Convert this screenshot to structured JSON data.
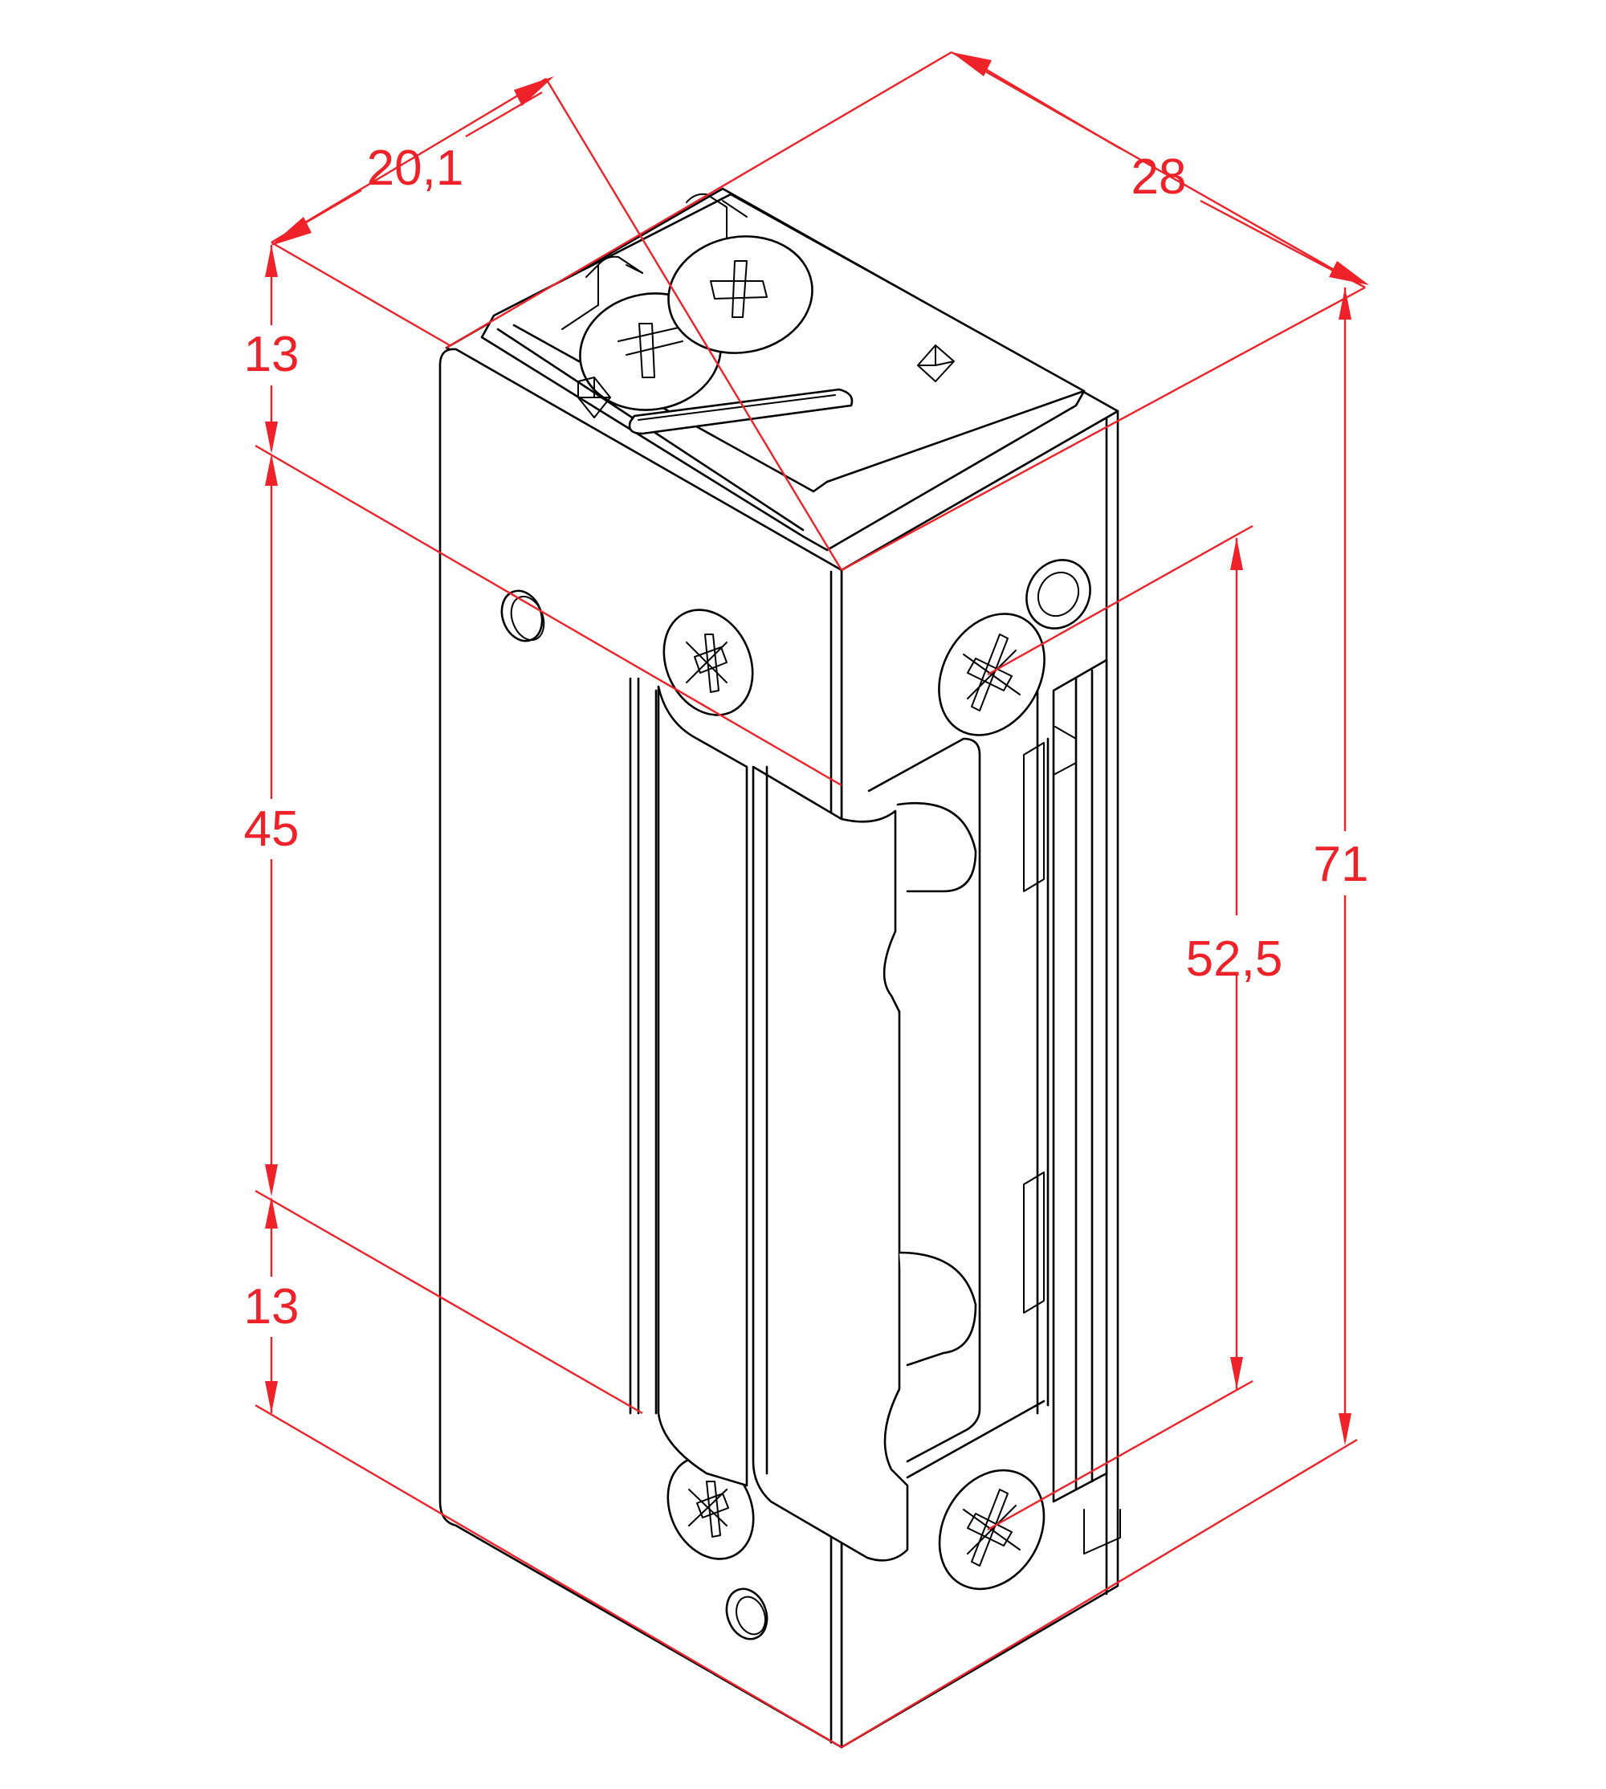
{
  "drawing": {
    "subject": "electric door strike, isometric view",
    "units": "mm",
    "line_color": "#000000",
    "dimension_color": "#ee2228",
    "background": "#ffffff"
  },
  "dimensions": {
    "depth": {
      "label": "20,1",
      "value": 20.1
    },
    "width": {
      "label": "28",
      "value": 28
    },
    "top_segment": {
      "label": "13",
      "value": 13
    },
    "middle_segment": {
      "label": "45",
      "value": 45
    },
    "bottom_segment": {
      "label": "13",
      "value": 13
    },
    "keeper_height": {
      "label": "52,5",
      "value": 52.5
    },
    "overall_height": {
      "label": "71",
      "value": 71
    }
  },
  "icons": {
    "terminal_screw": "cross-head-screw-icon",
    "mounting_screw": "pozi-screw-icon",
    "mounting_hole": "hole-icon"
  }
}
